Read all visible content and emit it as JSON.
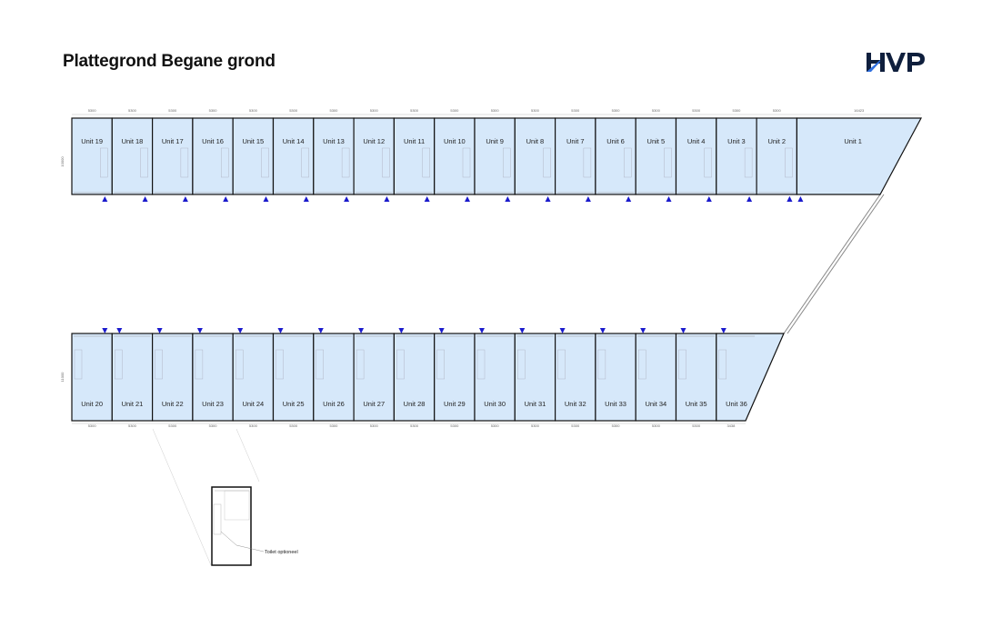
{
  "header": {
    "title": "Plattegrond Begane grond",
    "logo_text": "HVP"
  },
  "colors": {
    "unit_fill": "#d6e8fa",
    "wall": "#111111",
    "entrance_marker": "#1a1acc",
    "logo_dark": "#0f1f3d",
    "logo_accent": "#2f6fe0"
  },
  "top_row": {
    "units": [
      "Unit 19",
      "Unit 18",
      "Unit 17",
      "Unit 16",
      "Unit 15",
      "Unit 14",
      "Unit 13",
      "Unit 12",
      "Unit 11",
      "Unit 10",
      "Unit 9",
      "Unit 8",
      "Unit 7",
      "Unit 6",
      "Unit 5",
      "Unit 4",
      "Unit 3",
      "Unit 2"
    ],
    "corner_unit": "Unit 1",
    "dimensions": [
      "5300",
      "5300",
      "5300",
      "5300",
      "5300",
      "5300",
      "5300",
      "5300",
      "5300",
      "5300",
      "5300",
      "5300",
      "5300",
      "5300",
      "5300",
      "5300",
      "5300",
      "5300",
      "16423"
    ],
    "depth": "10000"
  },
  "bottom_row": {
    "units": [
      "Unit 20",
      "Unit 21",
      "Unit 22",
      "Unit 23",
      "Unit 24",
      "Unit 25",
      "Unit 26",
      "Unit 27",
      "Unit 28",
      "Unit 29",
      "Unit 30",
      "Unit 31",
      "Unit 32",
      "Unit 33",
      "Unit 34",
      "Unit 35",
      "Unit 36"
    ],
    "dimensions": [
      "5300",
      "5300",
      "5300",
      "5300",
      "5300",
      "5300",
      "5300",
      "5300",
      "5300",
      "5300",
      "5300",
      "5300",
      "5300",
      "5300",
      "5300",
      "5300",
      "3438"
    ],
    "depth": "11000"
  },
  "detail": {
    "note": "Toilet optioneel"
  }
}
